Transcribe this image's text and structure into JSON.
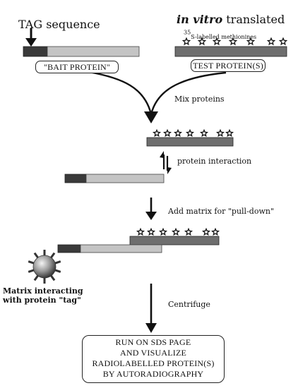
{
  "labels": {
    "tag_sequence": "TAG sequence",
    "in_vitro_italic": "in vitro",
    "translated": "translated",
    "sup_35": "35",
    "s_labelled": "S-labelled methionines",
    "bait_protein": "\"BAIT PROTEIN\"",
    "test_proteins": "TEST PROTEIN(S)",
    "mix_proteins": "Mix proteins",
    "protein_interaction": "protein interaction",
    "add_matrix": "Add matrix for \"pull-down\"",
    "matrix_line1": "Matrix interacting",
    "matrix_line2": "with protein \"tag\"",
    "centrifuge": "Centrifuge"
  },
  "final_box": {
    "lines": [
      "RUN ON SDS PAGE",
      "AND VISUALIZE",
      "RADIOLABELLED PROTEIN(S)",
      "BY AUTORADIOGRAPHY"
    ]
  },
  "colors": {
    "tag": "#3a3a3a",
    "bait_body": "#c4c4c4",
    "test_protein": "#6e6e6e",
    "ink": "#111111"
  }
}
